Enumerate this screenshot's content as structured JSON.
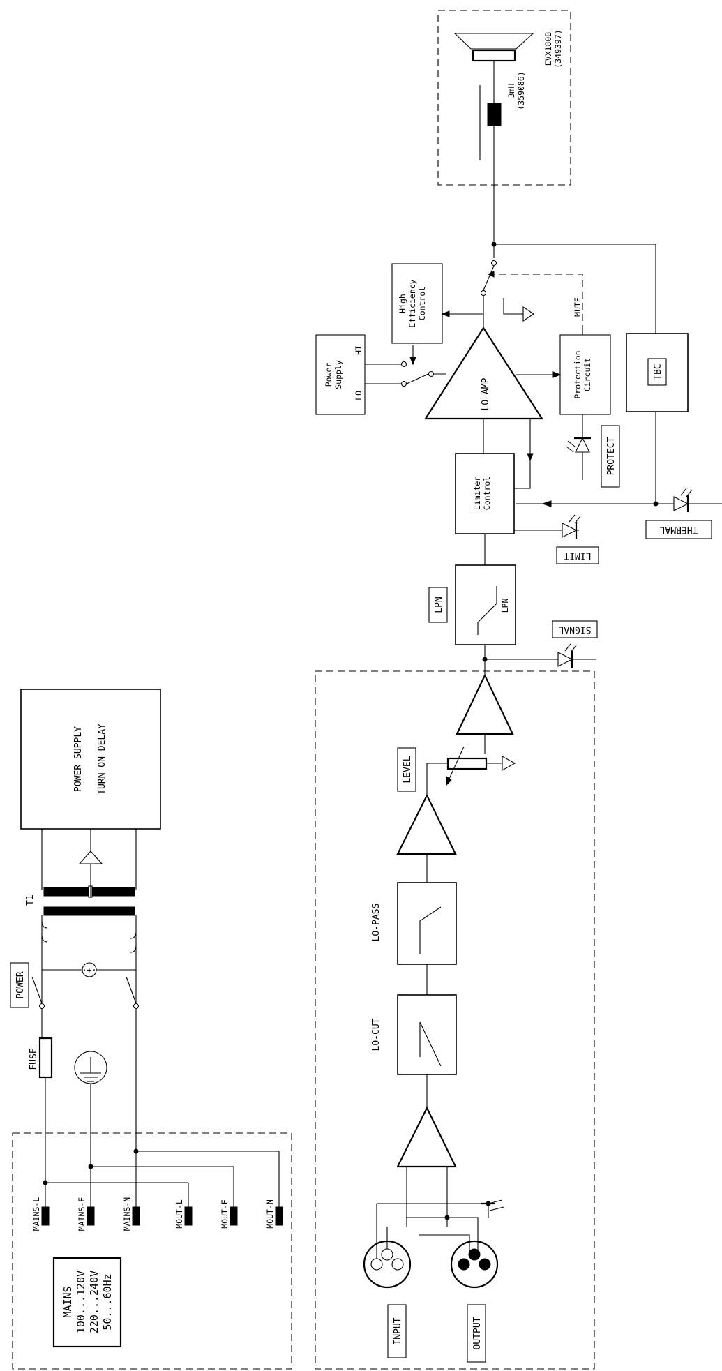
{
  "labels": {
    "speaker_model": "EVX180B",
    "speaker_part": "(349397)",
    "inductor_value": "3mH",
    "inductor_part": "(359086)",
    "hec_1": "High",
    "hec_2": "Efficiency",
    "hec_3": "Control",
    "ps_1": "Power",
    "ps_2": "Supply",
    "lo": "LO",
    "hi": "HI",
    "amp": "LO AMP",
    "prot_1": "Protection",
    "prot_2": "Circuit",
    "mute": "MUTE",
    "tbc": "TBC",
    "protect": "PROTECT",
    "limctl_1": "Limiter",
    "limctl_2": "Control",
    "thermal": "THERMAL",
    "limit": "LIMIT",
    "lpn": "LPN",
    "lpn_inner": "LPN",
    "signal": "SIGNAL",
    "psu_1": "POWER SUPPLY",
    "psu_2": "TURN ON DELAY",
    "level": "LEVEL",
    "lopass": "LO-PASS",
    "locut": "LO-CUT",
    "t1": "T1",
    "power": "POWER",
    "fuse": "FUSE",
    "input": "INPUT",
    "output": "OUTPUT",
    "mains_l": "MAINS-L",
    "mains_e": "MAINS-E",
    "mains_n": "MAINS-N",
    "mout_l": "MOUT-L",
    "mout_e": "MOUT-E",
    "mout_n": "MOUT-N",
    "mains_title": "MAINS",
    "mains_v1": "100...120V",
    "mains_v2": "220...240V",
    "mains_f": "50...60Hz"
  }
}
